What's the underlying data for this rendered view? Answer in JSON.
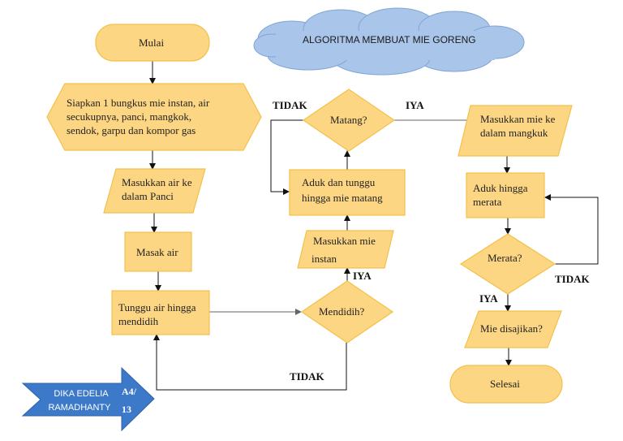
{
  "title": "ALGORITMA MEMBUAT MIE GORENG",
  "colors": {
    "fill": "#fdd684",
    "stroke": "#f2c14a",
    "cloud": "#a9c6ea",
    "badge": "#3d79c9",
    "line": "#111111"
  },
  "nodes": {
    "start": "Mulai",
    "prepare": [
      "Siapkan 1 bungkus mie instan, air",
      "secukupnya, panci, mangkok,",
      "sendok, garpu dan kompor gas"
    ],
    "pour_water": [
      "Masukkan air ke",
      "dalam Panci"
    ],
    "boil": "Masak air",
    "wait_boil": [
      "Tunggu air hingga",
      "mendidih"
    ],
    "is_boiling": "Mendidih?",
    "add_noodle": [
      "Masukkan mie",
      "instan"
    ],
    "stir_cook": [
      "Aduk dan tunggu",
      "hingga mie matang"
    ],
    "is_cooked": "Matang?",
    "to_bowl": [
      "Masukkan mie ke",
      "dalam mangkuk"
    ],
    "stir_mix": [
      "Aduk hingga",
      "merata"
    ],
    "is_mixed": "Merata?",
    "serve": "Mie disajikan?",
    "end": "Selesai"
  },
  "labels": {
    "cooked_no": "TIDAK",
    "cooked_yes": "IYA",
    "boiling_yes": "IYA",
    "boiling_no": "TIDAK",
    "mixed_no": "TIDAK",
    "mixed_yes": "IYA"
  },
  "author": {
    "line1": "DIKA EDELIA",
    "line2": "RAMADHANTY",
    "code1": "A4/",
    "code2": "13"
  }
}
